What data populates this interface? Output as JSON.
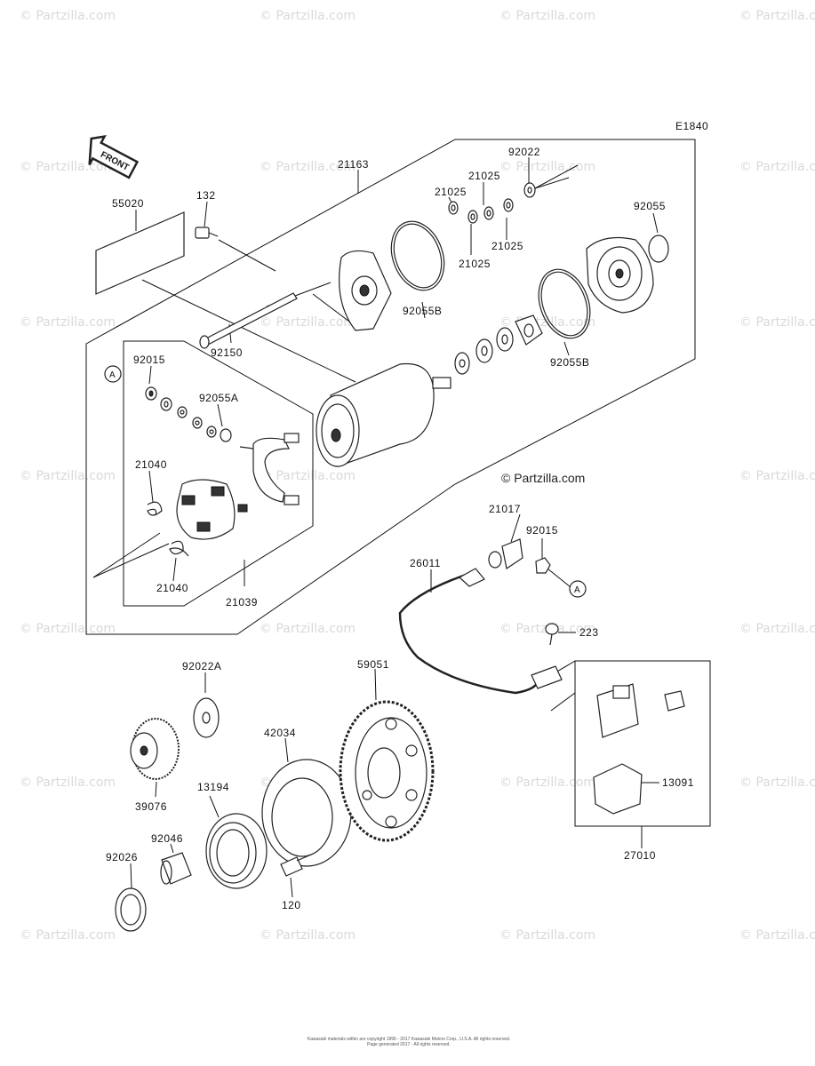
{
  "diagram_code": "E1840",
  "front_label": "FRONT",
  "watermark": "© Partzilla.com",
  "main_watermark": "© Partzilla.com",
  "callout_letter": "A",
  "copyright_line1": "Kawasaki materials within are copyright 1995 - 2017 Kawasaki Motors Corp., U.S.A. All rights reserved.",
  "copyright_line2": "Page generated 2017 - All rights reserved.",
  "parts": {
    "p21163": "21163",
    "p92022": "92022",
    "p21025a": "21025",
    "p21025b": "21025",
    "p21025c": "21025",
    "p21025d": "21025",
    "p92055": "92055",
    "p55020": "55020",
    "p132": "132",
    "p92055b1": "92055B",
    "p92055b2": "92055B",
    "p92150": "92150",
    "p92015a": "92015",
    "p92055a": "92055A",
    "p21040a": "21040",
    "p21040b": "21040",
    "p21039": "21039",
    "p21017": "21017",
    "p92015b": "92015",
    "p26011": "26011",
    "p223": "223",
    "p92022a": "92022A",
    "p59051": "59051",
    "p42034": "42034",
    "p39076": "39076",
    "p13194": "13194",
    "p13091": "13091",
    "p92026": "92026",
    "p92046": "92046",
    "p120": "120",
    "p27010": "27010"
  }
}
